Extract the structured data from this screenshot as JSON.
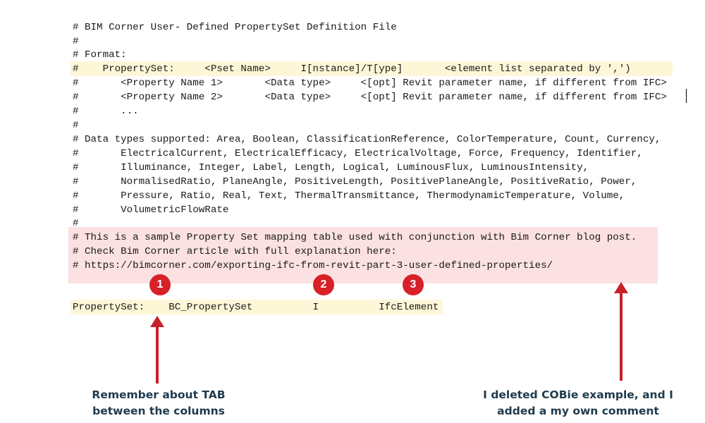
{
  "file": {
    "lines": [
      "# BIM Corner User- Defined PropertySet Definition File",
      "#",
      "# Format:",
      "#    PropertySet:     <Pset Name>     I[nstance]/T[ype]       <element list separated by ',')",
      "#       <Property Name 1>       <Data type>     <[opt] Revit parameter name, if different from IFC>",
      "#       <Property Name 2>       <Data type>     <[opt] Revit parameter name, if different from IFC>",
      "#       ...",
      "#",
      "# Data types supported: Area, Boolean, ClassificationReference, ColorTemperature, Count, Currency,",
      "#       ElectricalCurrent, ElectricalEfficacy, ElectricalVoltage, Force, Frequency, Identifier,",
      "#       Illuminance, Integer, Label, Length, Logical, LuminousFlux, LuminousIntensity,",
      "#       NormalisedRatio, PlaneAngle, PositiveLength, PositivePlaneAngle, PositiveRatio, Power,",
      "#       Pressure, Ratio, Real, Text, ThermalTransmittance, ThermodynamicTemperature, Volume,",
      "#       VolumetricFlowRate",
      "#",
      "# This is a sample Property Set mapping table used with conjunction with Bim Corner blog post.",
      "# Check Bim Corner article with full explanation here:",
      "# https://bimcorner.com/exporting-ifc-from-revit-part-3-user-defined-properties/"
    ],
    "propertyset_line": "PropertySet:    BC_PropertySet          I          IfcElement"
  },
  "annotations": {
    "badges": [
      "1",
      "2",
      "3"
    ],
    "caption_left": [
      "Remember about TAB",
      "between the columns"
    ],
    "caption_right": [
      "I deleted COBie example, and I",
      "added a my own comment"
    ]
  },
  "colors": {
    "yellow_highlight": "#fdf7d8",
    "pink_highlight": "#fbe1e1",
    "badge": "#d72027",
    "arrow": "#c8202a",
    "caption_text": "#1f3a4d"
  }
}
